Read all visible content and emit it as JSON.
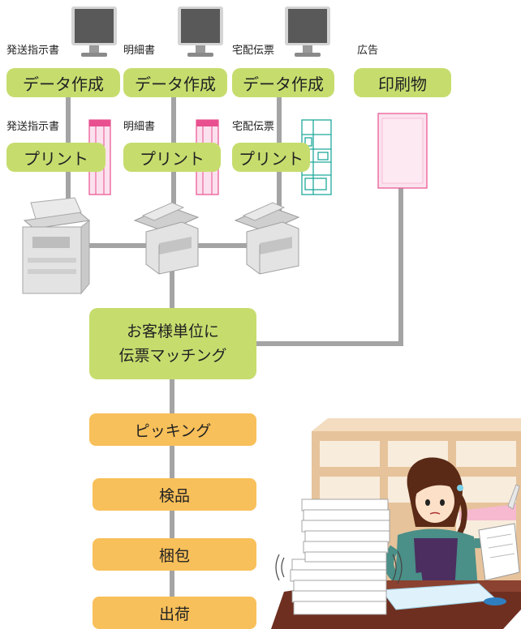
{
  "top_labels": [
    "発送指示書",
    "明細書",
    "宅配伝票",
    "広告"
  ],
  "data_boxes": [
    "データ作成",
    "データ作成",
    "データ作成",
    "印刷物"
  ],
  "mid_labels": [
    "発送指示書",
    "明細書",
    "宅配伝票"
  ],
  "print_boxes": [
    "プリント",
    "プリント",
    "プリント"
  ],
  "matching": {
    "line1": "お客様単位に",
    "line2": "伝票マッチング"
  },
  "steps": [
    "ピッキング",
    "検品",
    "梱包",
    "出荷"
  ]
}
